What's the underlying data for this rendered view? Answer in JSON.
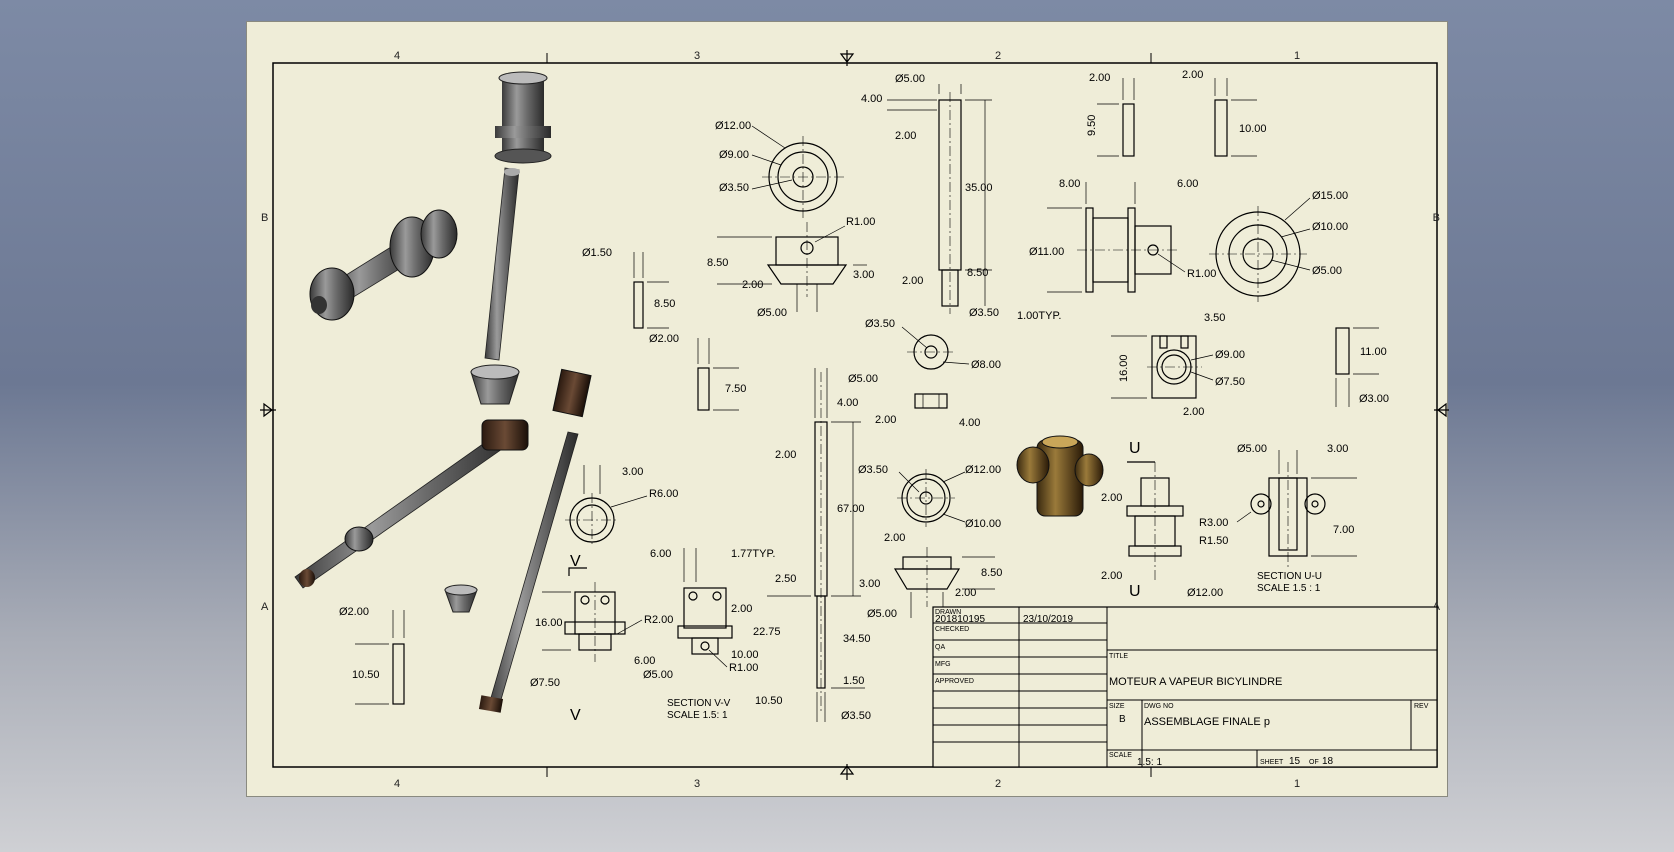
{
  "sheet": {
    "zones_top": [
      "4",
      "3",
      "2",
      "1"
    ],
    "zones_side": [
      "B",
      "A"
    ],
    "border_color": "#000000",
    "paper_color": "#efedd8"
  },
  "dimensions": {
    "d12": "Ø12.00",
    "d9": "Ø9.00",
    "d35a": "Ø3.50",
    "r1a": "R1.00",
    "h850a": "8.50",
    "h200a": "2.00",
    "h300a": "3.00",
    "d500a": "Ø5.00",
    "t400": "4.00",
    "t500": "Ø5.00",
    "t200": "2.00",
    "t3500": "35.00",
    "t200b": "2.00",
    "t850": "8.50",
    "t350": "Ø3.50",
    "p200": "2.00",
    "p950": "9.50",
    "q200": "2.00",
    "q1000": "10.00",
    "h800": "8.00",
    "h600": "6.00",
    "d1100": "Ø11.00",
    "r100b": "R1.00",
    "typ100": "1.00TYP.",
    "f1500": "Ø15.00",
    "f1000": "Ø10.00",
    "f500": "Ø5.00",
    "pin150": "Ø1.50",
    "pin850": "8.50",
    "pin200": "Ø2.00",
    "pin750": "7.50",
    "w350": "Ø3.50",
    "w800": "Ø8.00",
    "w200": "2.00",
    "w400": "4.00",
    "j350": "3.50",
    "j1600": "16.00",
    "j900": "Ø9.00",
    "j750": "Ø7.50",
    "j200": "2.00",
    "k1100": "11.00",
    "k300": "Ø3.00",
    "s500": "Ø5.00",
    "s400": "4.00",
    "s200": "2.00",
    "s6700": "67.00",
    "s250": "2.50",
    "s2275": "22.75",
    "s3450": "34.50",
    "s150": "1.50",
    "s1050": "10.50",
    "s350": "Ø3.50",
    "m350": "Ø3.50",
    "m1200": "Ø12.00",
    "m1000": "Ø10.00",
    "n200": "2.00",
    "n300": "3.00",
    "n200b": "2.00",
    "n850": "8.50",
    "n500": "Ø5.00",
    "c300": "3.00",
    "c600": "R6.00",
    "v1600": "16.00",
    "v200r": "R2.00",
    "v750": "Ø7.50",
    "vv600": "6.00",
    "vv177": "1.77TYP.",
    "vv200": "2.00",
    "vv600b": "6.00",
    "vv1000": "10.00",
    "vv500": "Ø5.00",
    "vv100": "R1.00",
    "g200": "Ø2.00",
    "g1050": "10.50",
    "u500": "Ø5.00",
    "u300": "3.00",
    "u200": "2.00",
    "u300r": "R3.00",
    "u150r": "R1.50",
    "u700": "7.00",
    "u200b": "2.00",
    "u1200": "Ø12.00"
  },
  "sections": {
    "u_letter": "U",
    "v_letter": "V",
    "u_title": "SECTION U-U",
    "u_scale": "SCALE 1.5 : 1",
    "v_title": "SECTION V-V",
    "v_scale": "SCALE 1.5: 1"
  },
  "title_block": {
    "drawn_label": "DRAWN",
    "drawn_by": "201810195",
    "drawn_date": "23/10/2019",
    "checked_label": "CHECKED",
    "qa_label": "QA",
    "mfg_label": "MFG",
    "approved_label": "APPROVED",
    "title_label": "TITLE",
    "title": "MOTEUR A VAPEUR BICYLINDRE",
    "size_label": "SIZE",
    "size": "B",
    "dwg_label": "DWG NO",
    "dwg_no": "ASSEMBLAGE FINALE p",
    "rev_label": "REV",
    "scale_label": "SCALE",
    "scale": "1.5: 1",
    "sheet_label": "SHEET",
    "sheet_no": "15",
    "of_label": "OF",
    "sheet_total": "18"
  }
}
